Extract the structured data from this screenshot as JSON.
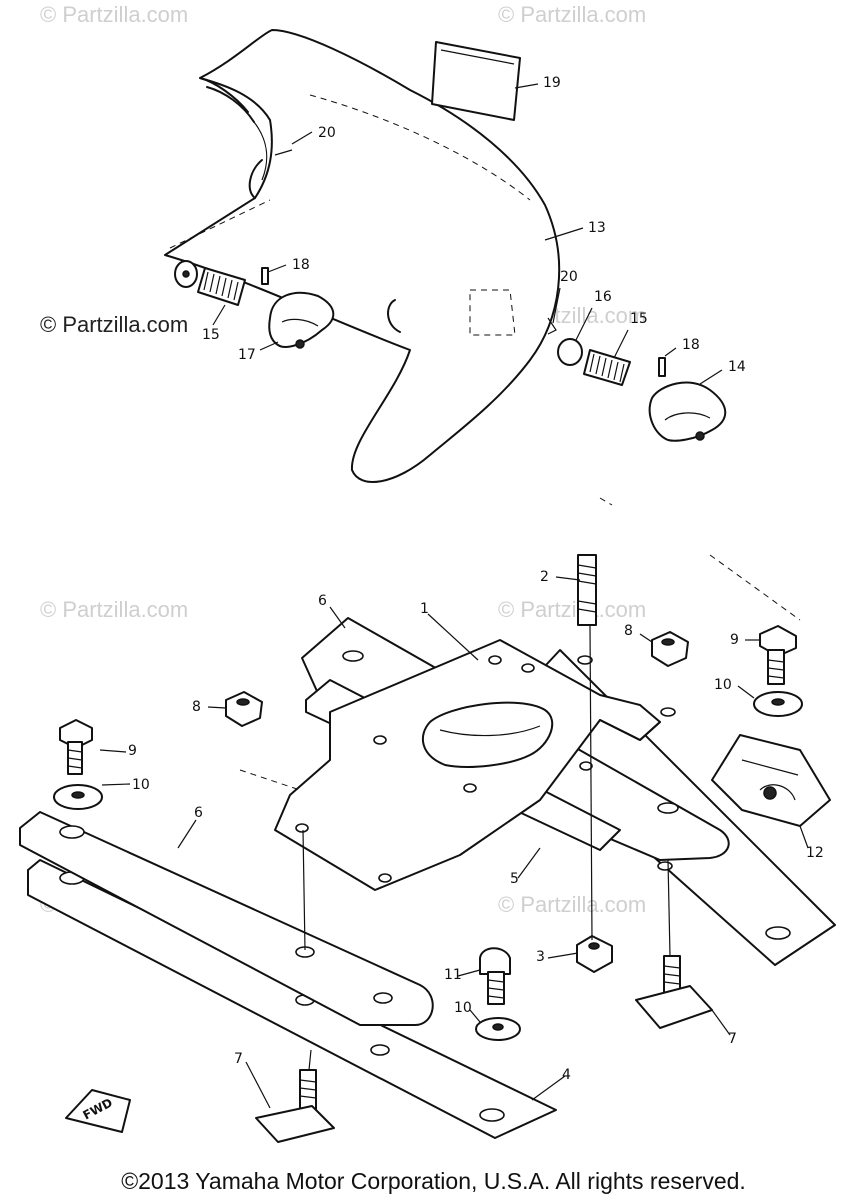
{
  "watermarks": [
    "© Partzilla.com",
    "© Partzilla.com",
    "© Partzilla.com",
    "© Partzilla.com",
    "© Partzilla.com",
    "© Partzilla.com",
    "© Partzilla.com"
  ],
  "watermark_inline": "© Partzilla.com",
  "callouts": {
    "c19": "19",
    "c20a": "20",
    "c13": "13",
    "c18a": "18",
    "c15a": "15",
    "c17": "17",
    "c20b": "20",
    "c16": "16",
    "c15b": "15",
    "c18b": "18",
    "c14": "14",
    "c2": "2",
    "c6a": "6",
    "c1": "1",
    "c8a": "8",
    "c9a": "9",
    "c10a": "10",
    "c8b": "8",
    "c9b": "9",
    "c10b": "10",
    "c6b": "6",
    "c12": "12",
    "c5": "5",
    "c3": "3",
    "c11": "11",
    "c10c": "10",
    "c7a": "7",
    "c7b": "7",
    "c4": "4"
  },
  "fwd_label": "FWD",
  "footer": "©2013 Yamaha Motor Corporation, U.S.A. All rights reserved."
}
